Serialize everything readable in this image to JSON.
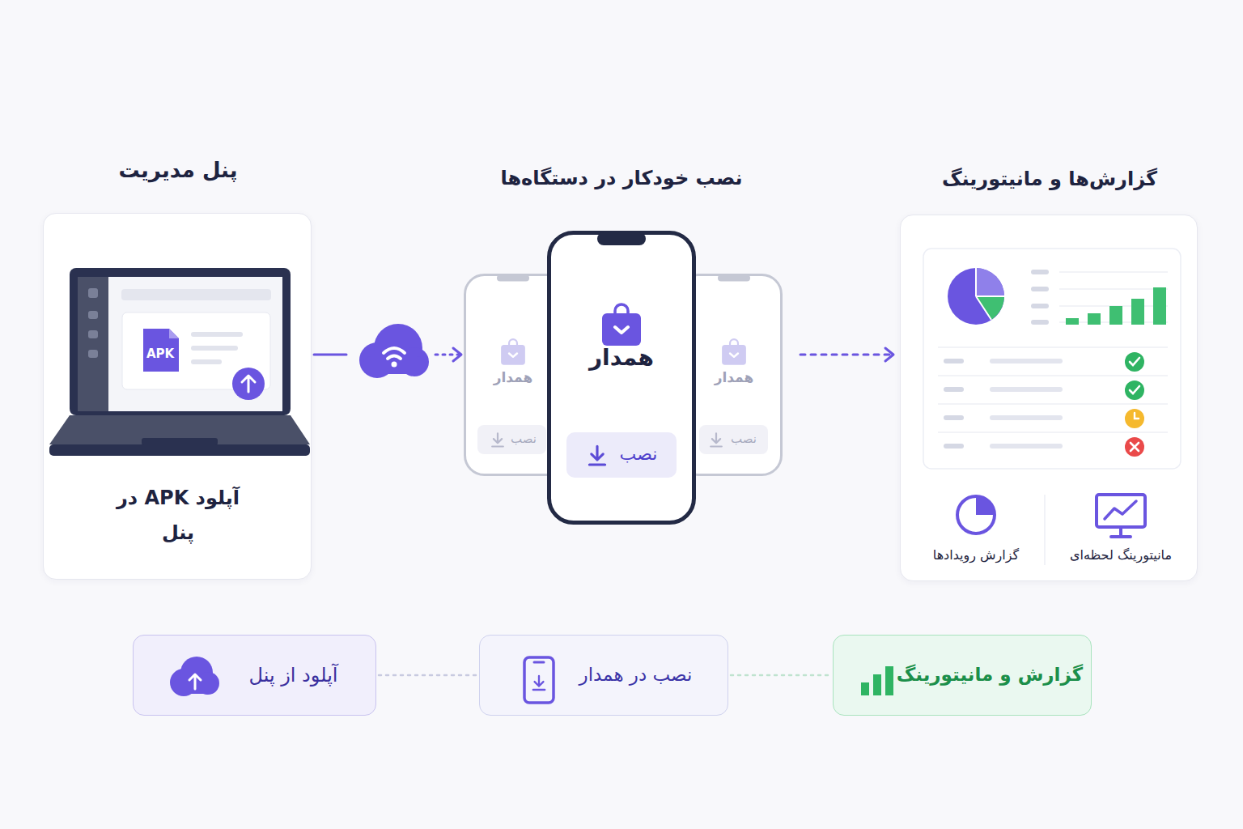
{
  "diagram": {
    "nodes": [
      {
        "text": [
          "پنل مدیریت",
          "آپلود APK در پنل"
        ]
      },
      {
        "text": [
          "همدار",
          "نصب"
        ]
      },
      {
        "text": [
          "همدار",
          "نصب"
        ]
      },
      {
        "text": [
          "همدار",
          "نصب"
        ]
      },
      {
        "text": [
          "گزارش‌ها و مانیتورینگ",
          "مانیتورینگ لحظه‌ای",
          "گزارش رویدادها"
        ]
      },
      {
        "text": [
          "آپلود از پنل"
        ]
      },
      {
        "text": [
          "نصب در همدار"
        ]
      },
      {
        "text": [
          "گزارش و مانیتورینگ"
        ]
      }
    ],
    "edges": [
      {
        "from": 0,
        "to": 1,
        "arrow": "to"
      },
      {
        "from": 3,
        "to": 4,
        "arrow": "to"
      },
      {
        "from": 5,
        "to": 6,
        "arrow": "none"
      },
      {
        "from": 6,
        "to": 7,
        "arrow": "none"
      }
    ],
    "labels": [
      "نصب خودکار در دستگاه‌ها",
      "APK"
    ]
  }
}
